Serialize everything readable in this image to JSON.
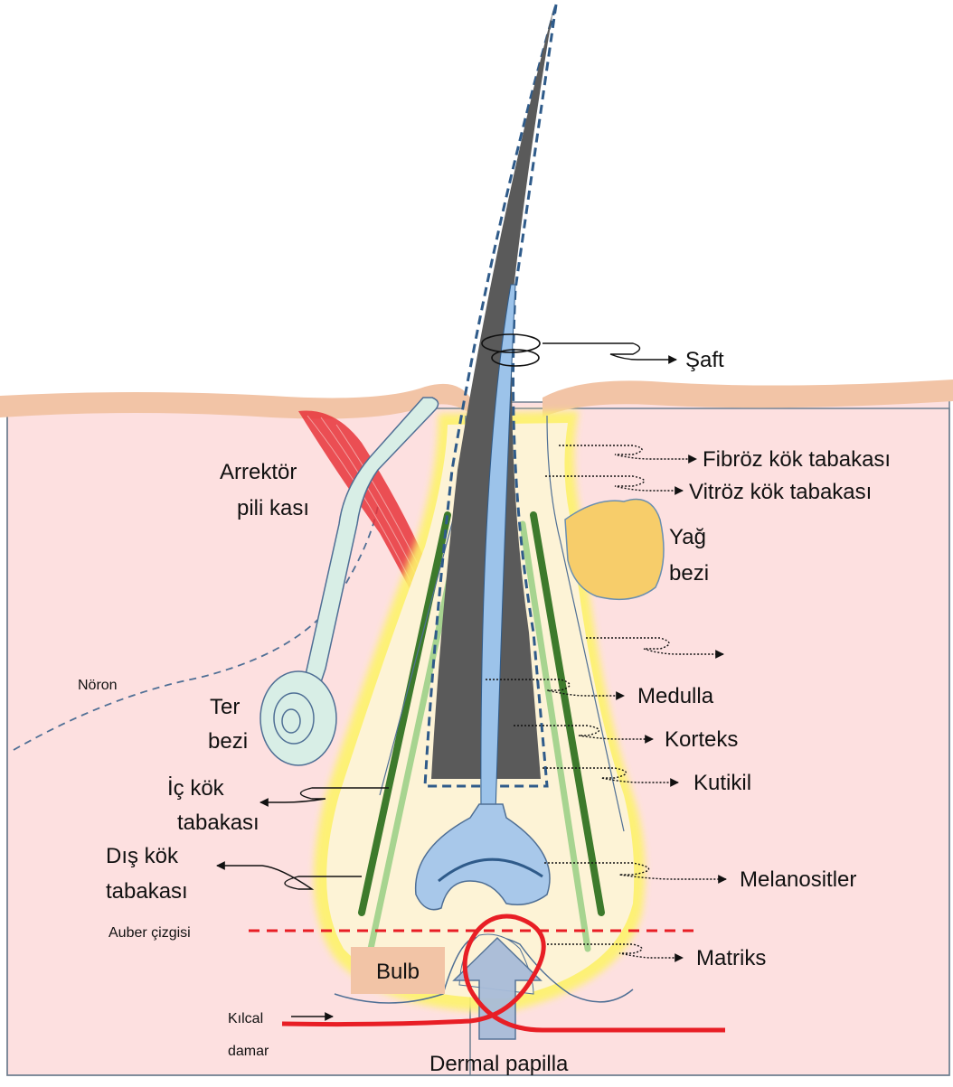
{
  "labels": {
    "saft": "Şaft",
    "fibroz": "Fibröz kök tabakası",
    "vitroz": "Vitröz kök tabakası",
    "yag_line1": "Yağ",
    "yag_line2": "bezi",
    "arrektor_line1": "Arrektör",
    "arrektor_line2": "pili kası",
    "noron": "Nöron",
    "ter_line1": "Ter",
    "ter_line2": "bezi",
    "medulla": "Medulla",
    "korteks": "Korteks",
    "kutikil": "Kutikil",
    "ic_kok_line1": "İç kök",
    "ic_kok_line2": "tabakası",
    "dis_kok_line1": "Dış kök",
    "dis_kok_line2": "tabakası",
    "melanositler": "Melanositler",
    "auber": "Auber çizgisi",
    "matriks": "Matriks",
    "bulb": "Bulb",
    "kilcal_line1": "Kılcal",
    "kilcal_line2": "damar",
    "dermal_papilla": "Dermal papilla"
  },
  "colors": {
    "dermis": "#fde0e0",
    "epidermis": "#f2c4a6",
    "follicle_glow": "#fdf36a",
    "follicle_fill": "#fdf3d6",
    "outer_root_sheath": "#3d7a2c",
    "inner_root_sheath": "#a7d490",
    "hair_shaft": "#5a5a5a",
    "medulla": "#9cc3ea",
    "cuticle_dash": "#2f5b8a",
    "sebaceous_gland": "#f7cd6a",
    "sweat_gland": "#d8eee6",
    "arrector_muscle": "#e8343a",
    "capillary": "#e81e25",
    "papilla_arrow": "#a8bcd9",
    "auber_line": "#e81e25",
    "bulb_box": "#f2c4a6"
  },
  "icons": {
    "leader_arrow": "arrow-right-icon",
    "left_arrow": "arrow-left-icon",
    "upward_arrow": "arrow-up-icon"
  }
}
